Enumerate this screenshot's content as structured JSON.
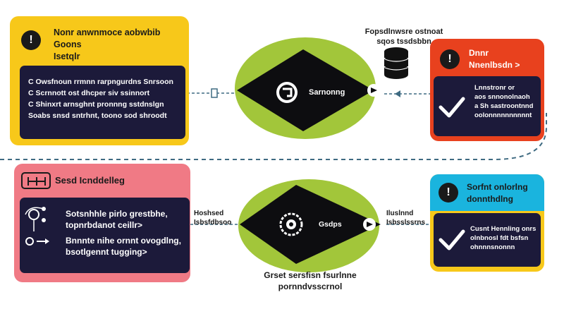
{
  "colors": {
    "yellow": "#f7c81a",
    "red": "#e8411e",
    "pink": "#f07a85",
    "cyan": "#1ab4de",
    "lime": "#a2c63a",
    "navy": "#1c1a3a",
    "dashed_line": "#3f6b82"
  },
  "card_yellow": {
    "icon": "!",
    "title_lines": [
      "Nonr anwnmoce aobwbib",
      "Goons",
      "Isetqlr"
    ],
    "panel_lines": [
      "C Owsfnoun rrmnn rarpngurdns Snrsoon",
      "C Scrnnott ost dhcper siv ssinnort",
      "C Shinxrt arnsghnt pronnng sstdnslgn",
      "Soabs snsd sntrhnt, toono sod shroodt"
    ]
  },
  "card_red": {
    "icon": "!",
    "title_lines": [
      "Dnnr",
      "Nnenlbsdn >"
    ],
    "panel_lines": [
      "Lnnstronr or",
      "aos snnonolnaoh",
      "a Sh sastroontnnd",
      "oolonnnnnnnnnnt"
    ]
  },
  "card_pink": {
    "title": "Sesd Icnddelleg",
    "panel_lines": [
      "Sotsnhhle pirlo grestbhe,",
      "topnrbdanot ceillr>",
      "Bnnnte nihe ornnt ovogdlng,",
      "bsotlgennt tugging>"
    ]
  },
  "card_cyan": {
    "icon": "!",
    "title_lines": [
      "Sorfnt onlorlng",
      "donnthdlng"
    ],
    "panel_lines": [
      "Cusnt Hennling onrs",
      "olnbnosl fdt bsfsn",
      "ohnnnsnonnn"
    ]
  },
  "database_label_lines": [
    "Fopsdlnwsre ostnoat",
    "sqos tssdsbbn"
  ],
  "diamond_top": {
    "label": "Sarnonng"
  },
  "diamond_bottom": {
    "label": "Gsdps"
  },
  "bottom_caption_lines": [
    "Grset sersfisn fsurlnne",
    "pornndvsscrnol"
  ],
  "connector_left_label": [
    "Hoshsed",
    "Isbsfdbsoo"
  ],
  "connector_right_label": [
    "Iluslnnd",
    "Isbsslssrns"
  ],
  "icons": {
    "card_alert_icon": "alert-circle-icon",
    "check_icon": "checkmark-icon",
    "database_icon": "database-icon",
    "gear_icon": "gear-icon",
    "share_icon": "share-nodes-icon",
    "toggle_icon": "toggle-arrow-icon",
    "hierarchy_icon": "hierarchy-icon"
  }
}
